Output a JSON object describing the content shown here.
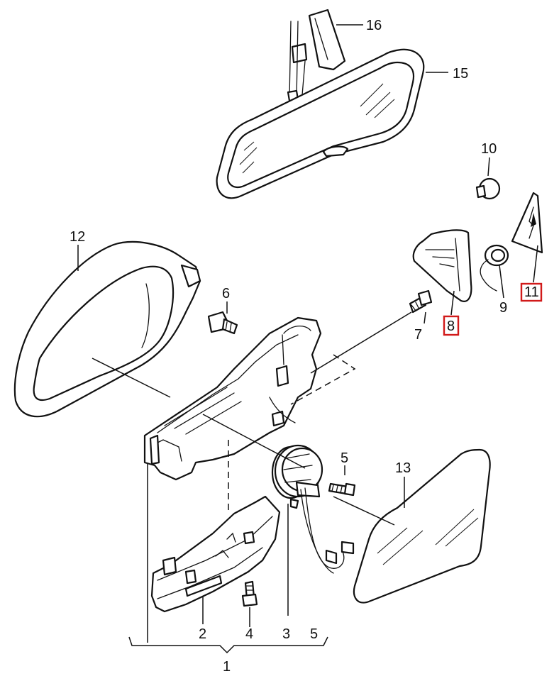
{
  "callouts": {
    "c1": "1",
    "c2": "2",
    "c3": "3",
    "c4": "4",
    "c5a": "5",
    "c5b": "5",
    "c6": "6",
    "c7": "7",
    "c8": "8",
    "c9": "9",
    "c10": "10",
    "c11": "11",
    "c12": "12",
    "c13": "13",
    "c15": "15",
    "c16": "16"
  },
  "highlighted_callouts": [
    "8",
    "11"
  ],
  "colors": {
    "line": "#111111",
    "highlight": "#d11a1a",
    "background": "#ffffff"
  }
}
